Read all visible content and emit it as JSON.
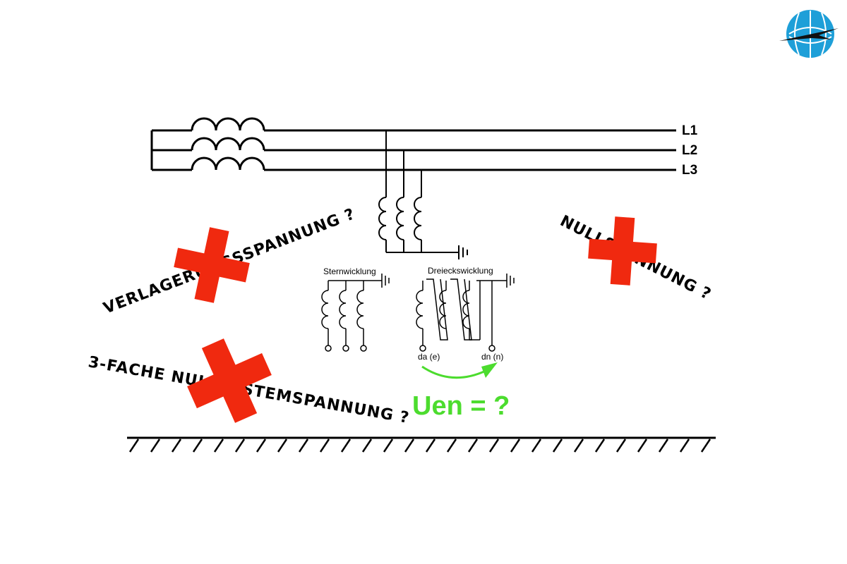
{
  "logo": {
    "icon": "globe-airplane-logo",
    "color": "#1e9fd8"
  },
  "lines": {
    "l1": "L1",
    "l2": "L2",
    "l3": "L3"
  },
  "windings": {
    "star_label": "Sternwicklung",
    "delta_label": "Dreieckswicklung",
    "terminal_da": "da (e)",
    "terminal_dn": "dn (n)"
  },
  "question": {
    "text": "Uen = ?",
    "color": "#4cdc2e"
  },
  "rejected_terms": [
    {
      "text": "VERLAGERUNGSSPANNUNG ?"
    },
    {
      "text": "NULLSPANNUNG ?"
    },
    {
      "text": "3-FACHE NULLSYSTEMSPANNUNG ?"
    }
  ],
  "colors": {
    "cross": "#f0290f",
    "line": "#000000"
  }
}
